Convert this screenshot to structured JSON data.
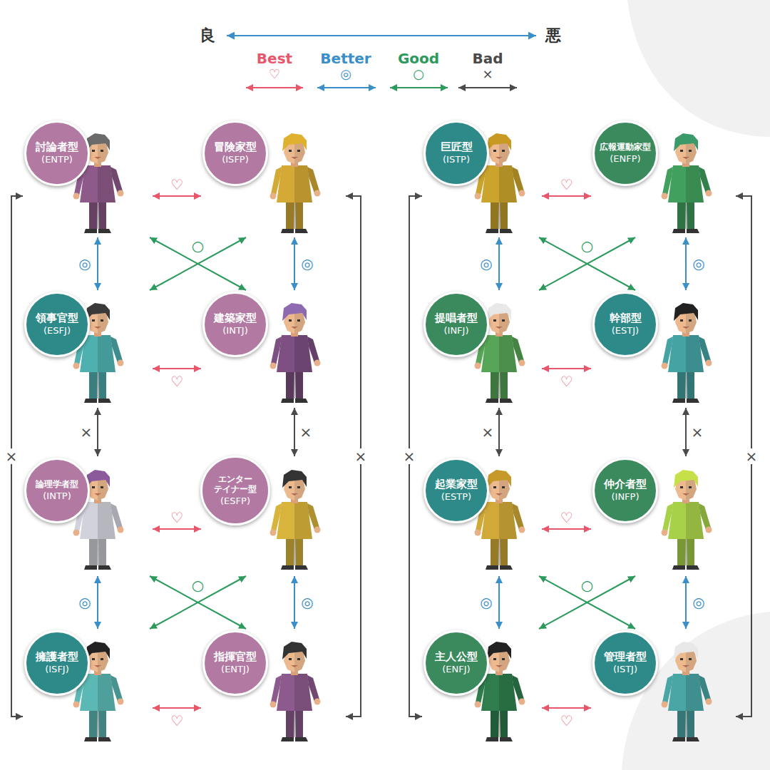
{
  "diagram": {
    "nodes": [
      {
        "text": [
          "討論者型",
          "(ENTP)"
        ]
      },
      {
        "text": [
          "冒険家型",
          "(ISFP)"
        ]
      },
      {
        "text": [
          "巨匠型",
          "(ISTP)"
        ]
      },
      {
        "text": [
          "広報運動家型",
          "(ENFP)"
        ]
      },
      {
        "text": [
          "領事官型",
          "(ESFJ)"
        ]
      },
      {
        "text": [
          "建築家型",
          "(INTJ)"
        ]
      },
      {
        "text": [
          "提唱者型",
          "(INFJ)"
        ]
      },
      {
        "text": [
          "幹部型",
          "(ESTJ)"
        ]
      },
      {
        "text": [
          "論理学者型",
          "(INTP)"
        ]
      },
      {
        "text": [
          "エンター テイナー型",
          "(ESFP)"
        ]
      },
      {
        "text": [
          "起業家型",
          "(ESTP)"
        ]
      },
      {
        "text": [
          "仲介者型",
          "(INFP)"
        ]
      },
      {
        "text": [
          "擁護者型",
          "(ISFJ)"
        ]
      },
      {
        "text": [
          "指揮官型",
          "(ENTJ)"
        ]
      },
      {
        "text": [
          "主人公型",
          "(ENFJ)"
        ]
      },
      {
        "text": [
          "管理者型",
          "(ISTJ)"
        ]
      }
    ],
    "edges": [
      {
        "from": 0,
        "to": 1,
        "arrow": "both",
        "label": "♡"
      },
      {
        "from": 0,
        "to": 4,
        "arrow": "both",
        "label": "◎"
      },
      {
        "from": 1,
        "to": 5,
        "arrow": "both",
        "label": "◎"
      },
      {
        "from": 0,
        "to": 5,
        "arrow": "both",
        "label": "○"
      },
      {
        "from": 1,
        "to": 4,
        "arrow": "both"
      },
      {
        "from": 4,
        "to": 5,
        "arrow": "both",
        "label": "♡"
      },
      {
        "from": 4,
        "to": 8,
        "arrow": "both",
        "label": "×"
      },
      {
        "from": 5,
        "to": 9,
        "arrow": "both",
        "label": "×"
      },
      {
        "from": 8,
        "to": 9,
        "arrow": "both",
        "label": "♡"
      },
      {
        "from": 8,
        "to": 12,
        "arrow": "both",
        "label": "◎"
      },
      {
        "from": 9,
        "to": 13,
        "arrow": "both",
        "label": "◎"
      },
      {
        "from": 8,
        "to": 13,
        "arrow": "both",
        "label": "○"
      },
      {
        "from": 9,
        "to": 12,
        "arrow": "both"
      },
      {
        "from": 12,
        "to": 13,
        "arrow": "both",
        "label": "♡"
      },
      {
        "from": 0,
        "to": 12,
        "arrow": "both",
        "label": "×"
      },
      {
        "from": 1,
        "to": 13,
        "arrow": "both",
        "label": "×"
      },
      {
        "from": 2,
        "to": 3,
        "arrow": "both",
        "label": "♡"
      },
      {
        "from": 2,
        "to": 6,
        "arrow": "both",
        "label": "◎"
      },
      {
        "from": 3,
        "to": 7,
        "arrow": "both",
        "label": "◎"
      },
      {
        "from": 2,
        "to": 7,
        "arrow": "both",
        "label": "○"
      },
      {
        "from": 3,
        "to": 6,
        "arrow": "both"
      },
      {
        "from": 6,
        "to": 7,
        "arrow": "both",
        "label": "♡"
      },
      {
        "from": 6,
        "to": 10,
        "arrow": "both",
        "label": "×"
      },
      {
        "from": 7,
        "to": 11,
        "arrow": "both",
        "label": "×"
      },
      {
        "from": 10,
        "to": 11,
        "arrow": "both",
        "label": "♡"
      },
      {
        "from": 10,
        "to": 14,
        "arrow": "both",
        "label": "◎"
      },
      {
        "from": 11,
        "to": 15,
        "arrow": "both",
        "label": "◎"
      },
      {
        "from": 10,
        "to": 15,
        "arrow": "both",
        "label": "○"
      },
      {
        "from": 11,
        "to": 14,
        "arrow": "both"
      },
      {
        "from": 14,
        "to": 15,
        "arrow": "both",
        "label": "♡"
      },
      {
        "from": 2,
        "to": 14,
        "arrow": "both",
        "label": "×"
      },
      {
        "from": 3,
        "to": 15,
        "arrow": "both",
        "label": "×"
      }
    ],
    "labels": [
      "良",
      "悪",
      "♡",
      "◎",
      "○",
      "×"
    ],
    "legend": [
      {
        "text": "Best"
      },
      {
        "text": "Better"
      },
      {
        "text": "Good"
      },
      {
        "text": "Bad"
      }
    ]
  }
}
